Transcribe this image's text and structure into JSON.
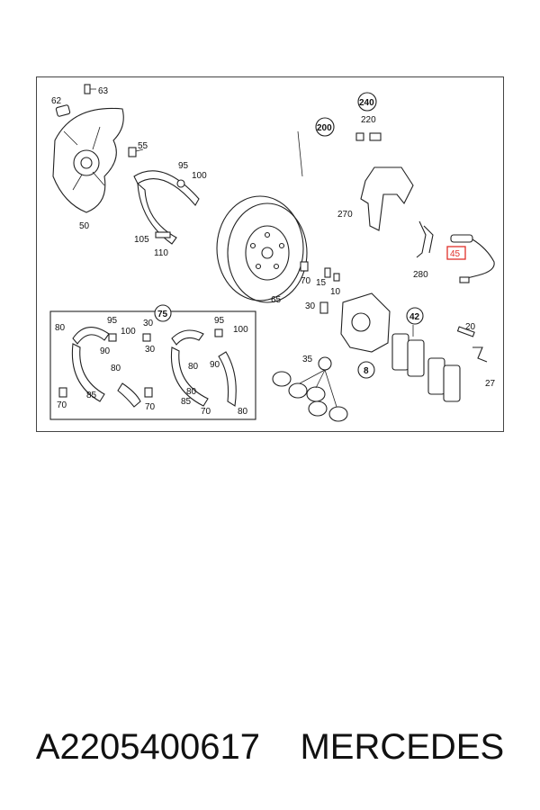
{
  "diagram": {
    "callouts": [
      {
        "id": "c63",
        "text": "63"
      },
      {
        "id": "c62",
        "text": "62"
      },
      {
        "id": "c55",
        "text": "55"
      },
      {
        "id": "c50",
        "text": "50"
      },
      {
        "id": "c95a",
        "text": "95"
      },
      {
        "id": "c100a",
        "text": "100"
      },
      {
        "id": "c105",
        "text": "105"
      },
      {
        "id": "c110",
        "text": "110"
      },
      {
        "id": "c240",
        "text": "240"
      },
      {
        "id": "c200",
        "text": "200"
      },
      {
        "id": "c220",
        "text": "220"
      },
      {
        "id": "c270",
        "text": "270"
      },
      {
        "id": "c45",
        "text": "45"
      },
      {
        "id": "c280",
        "text": "280"
      },
      {
        "id": "c65",
        "text": "65"
      },
      {
        "id": "c70a",
        "text": "70"
      },
      {
        "id": "c15",
        "text": "15"
      },
      {
        "id": "c10",
        "text": "10"
      },
      {
        "id": "c30a",
        "text": "30"
      },
      {
        "id": "c75",
        "text": "75"
      },
      {
        "id": "c42",
        "text": "42"
      },
      {
        "id": "c20",
        "text": "20"
      },
      {
        "id": "c35",
        "text": "35"
      },
      {
        "id": "c8",
        "text": "8"
      },
      {
        "id": "c27",
        "text": "27"
      },
      {
        "id": "c80a",
        "text": "80"
      },
      {
        "id": "c95b",
        "text": "95"
      },
      {
        "id": "c100b",
        "text": "100"
      },
      {
        "id": "c30b",
        "text": "30"
      },
      {
        "id": "c95c",
        "text": "95"
      },
      {
        "id": "c100c",
        "text": "100"
      },
      {
        "id": "c90a",
        "text": "90"
      },
      {
        "id": "c80b",
        "text": "80"
      },
      {
        "id": "c30c",
        "text": "30"
      },
      {
        "id": "c90b",
        "text": "90"
      },
      {
        "id": "c80c",
        "text": "80"
      },
      {
        "id": "c85a",
        "text": "85"
      },
      {
        "id": "c70b",
        "text": "70"
      },
      {
        "id": "c70c",
        "text": "70"
      },
      {
        "id": "c85b",
        "text": "85"
      },
      {
        "id": "c80d",
        "text": "80"
      },
      {
        "id": "c80e",
        "text": "80"
      },
      {
        "id": "c70d",
        "text": "70"
      }
    ],
    "highlight": {
      "text": "45",
      "color": "#e0302a"
    }
  },
  "caption": {
    "part_number": "A2205400617",
    "brand": "MERCEDES"
  }
}
